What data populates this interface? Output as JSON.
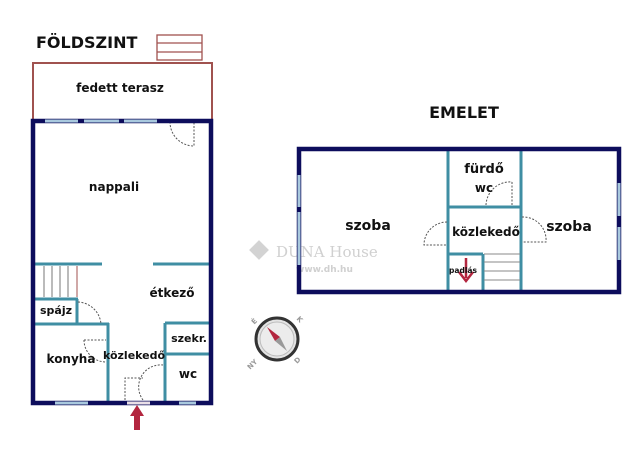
{
  "colors": {
    "outer_wall": "#0d0d5c",
    "inner_wall": "#3f8ea3",
    "window": "#a9c9de",
    "terrace": "#a0524f",
    "arrow": "#b3263f",
    "watermark": "#c8c8c8"
  },
  "ground_floor": {
    "title": "FÖLDSZINT",
    "rooms": {
      "terrace": "fedett terasz",
      "living": "nappali",
      "dining": "étkező",
      "pantry": "spájz",
      "kitchen": "konyha",
      "hall": "közlekedő",
      "closet": "szekr.",
      "wc": "wc"
    }
  },
  "upper_floor": {
    "title": "EMELET",
    "rooms": {
      "room_left": "szoba",
      "bath": "fürdő",
      "bath_wc": "wc",
      "hall": "közlekedő",
      "room_right": "szoba",
      "attic": "padlás"
    }
  },
  "compass": {
    "north": "É",
    "east": "K",
    "south": "D",
    "west": "NY"
  },
  "watermark": {
    "brand": "DUNA House",
    "url": "www.dh.hu"
  }
}
